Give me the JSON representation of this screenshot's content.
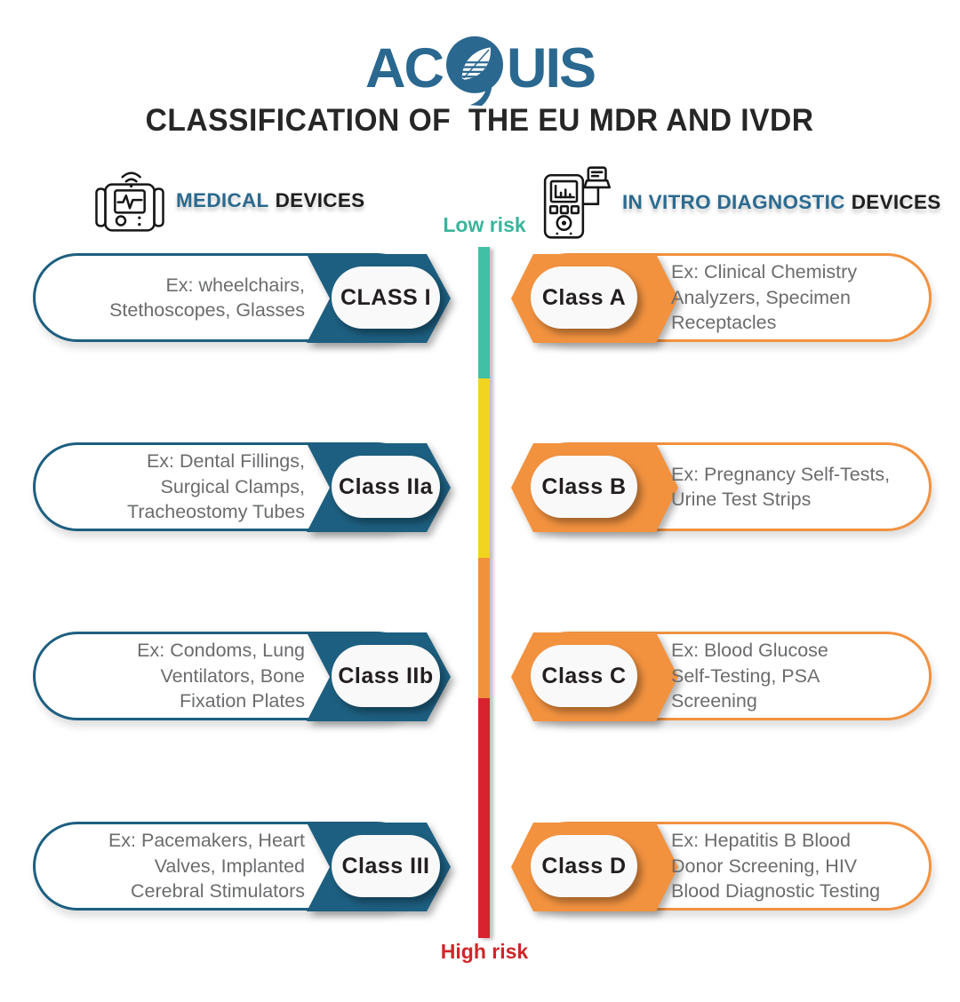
{
  "logo": {
    "prefix": "AC",
    "suffix": "UIS",
    "icon": "leaf-q-icon"
  },
  "title": "CLASSIFICATION OF  THE EU MDR AND IVDR",
  "risk_scale": {
    "low_label": "Low risk",
    "high_label": "High risk",
    "segment_colors": [
      "#41c0a5",
      "#f0d41f",
      "#f2913c",
      "#d8232e"
    ]
  },
  "medical_devices": {
    "heading_primary": "MEDICAL",
    "heading_secondary": "DEVICES",
    "icon": "defibrillator-icon",
    "rows": [
      {
        "class_label": "CLASS I",
        "examples": "Ex: wheelchairs,\nStethoscopes, Glasses"
      },
      {
        "class_label": "Class IIa",
        "examples": "Ex: Dental Fillings,\nSurgical Clamps,\nTracheostomy Tubes"
      },
      {
        "class_label": "Class IIb",
        "examples": "Ex: Condoms, Lung\nVentilators, Bone\nFixation Plates"
      },
      {
        "class_label": "Class III",
        "examples": "Ex: Pacemakers, Heart\nValves, Implanted\nCerebral Stimulators"
      }
    ]
  },
  "ivd_devices": {
    "heading_primary": "IN VITRO DIAGNOSTIC",
    "heading_secondary": "DEVICES",
    "icon": "diagnostic-reader-icon",
    "rows": [
      {
        "class_label": "Class A",
        "examples": "Ex: Clinical Chemistry\nAnalyzers, Specimen\nReceptacles"
      },
      {
        "class_label": "Class B",
        "examples": "Ex: Pregnancy Self-Tests,\nUrine Test Strips"
      },
      {
        "class_label": "Class C",
        "examples": "Ex: Blood Glucose\nSelf-Testing, PSA\nScreening"
      },
      {
        "class_label": "Class D",
        "examples": "Ex: Hepatitis B Blood\nDonor Screening, HIV\nBlood Diagnostic Testing"
      }
    ]
  },
  "colors": {
    "brand_blue": "#2a6890",
    "arrow_teal": "#1d5f80",
    "arrow_orange": "#f2923f",
    "low_risk_text": "#3cb49c",
    "high_risk_text": "#cf2629",
    "example_text": "#6b6c6e",
    "class_label_text": "#231f20"
  }
}
